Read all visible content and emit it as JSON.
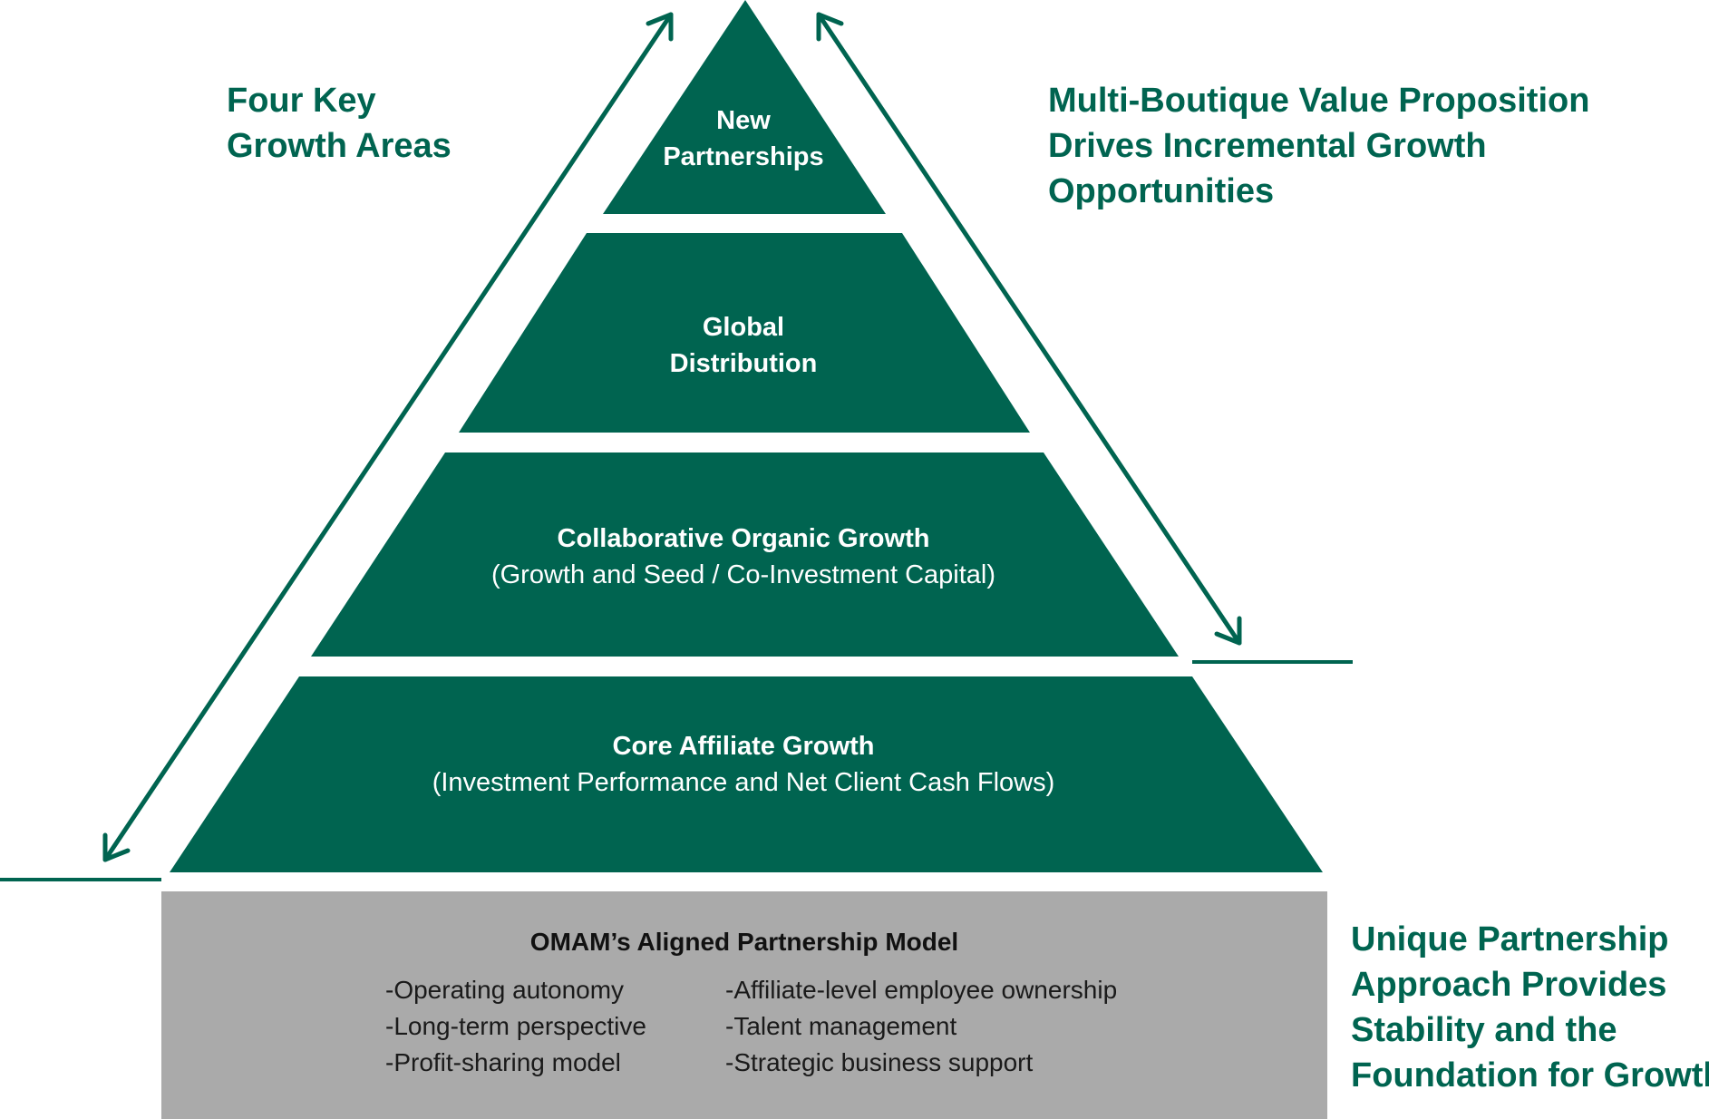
{
  "colors": {
    "primary_green": "#006450",
    "base_gray": "#aaaaaa",
    "background": "#ffffff"
  },
  "left_heading": {
    "lines": [
      "Four Key",
      "Growth Areas"
    ]
  },
  "right_heading": {
    "lines": [
      "Multi-Boutique Value Proposition",
      "Drives Incremental Growth",
      "Opportunities"
    ]
  },
  "bottom_right_heading": {
    "lines": [
      "Unique Partnership",
      "Approach Provides",
      "Stability and the",
      "Foundation for Growth"
    ]
  },
  "pyramid": {
    "tiers": [
      {
        "title_lines": [
          "New",
          "Partnerships"
        ],
        "subtitle": ""
      },
      {
        "title_lines": [
          "Global",
          "Distribution"
        ],
        "subtitle": ""
      },
      {
        "title_lines": [
          "Collaborative Organic Growth"
        ],
        "subtitle": "(Growth and Seed / Co-Investment Capital)"
      },
      {
        "title_lines": [
          "Core Affiliate Growth"
        ],
        "subtitle": "(Investment Performance and Net Client Cash Flows)"
      }
    ]
  },
  "base": {
    "title": "OMAM’s Aligned Partnership Model",
    "left_items": [
      "-Operating autonomy",
      "-Long-term perspective",
      "-Profit-sharing model"
    ],
    "right_items": [
      "-Affiliate-level employee ownership",
      "-Talent management",
      "-Strategic business support"
    ]
  }
}
